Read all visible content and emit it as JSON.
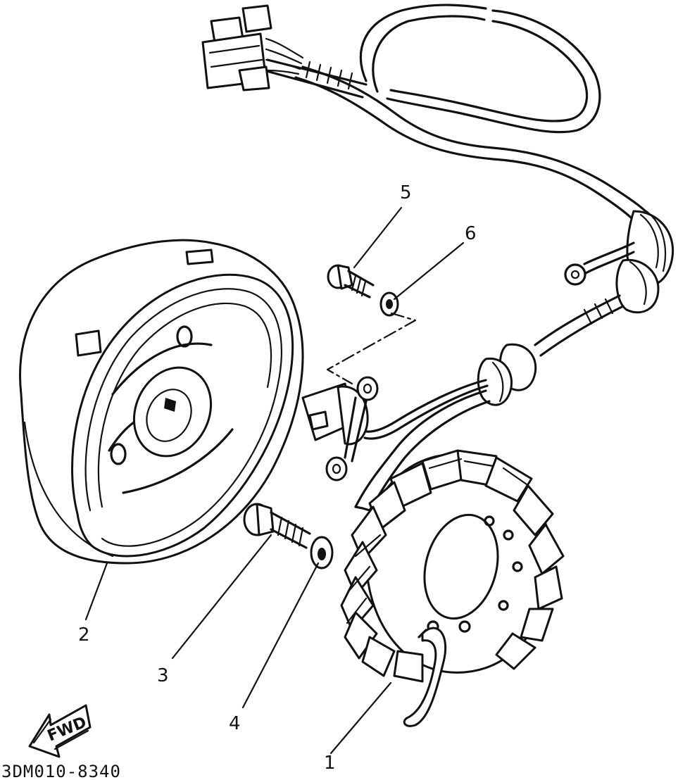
{
  "diagram": {
    "code": "3DM010-8340",
    "direction_arrow": {
      "label": "FWD",
      "icon": "left-arrow-icon"
    },
    "callouts": [
      {
        "number": "1",
        "part": "stator-coil"
      },
      {
        "number": "2",
        "part": "rotor-flywheel"
      },
      {
        "number": "3",
        "part": "bolt-large"
      },
      {
        "number": "4",
        "part": "washer-large"
      },
      {
        "number": "5",
        "part": "screw-small"
      },
      {
        "number": "6",
        "part": "washer-small"
      }
    ]
  }
}
